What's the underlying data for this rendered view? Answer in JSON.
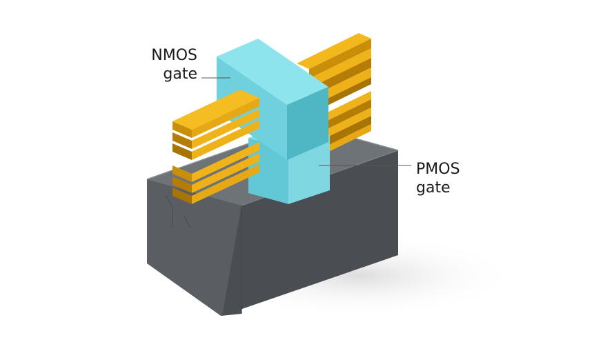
{
  "labels": {
    "nmos": {
      "line1": "NMOS",
      "line2": "gate"
    },
    "pmos": {
      "line1": "PMOS",
      "line2": "gate"
    }
  },
  "colors": {
    "substrate_top": "#6f7479",
    "substrate_front": "#575b60",
    "substrate_side": "#474a4f",
    "fin_top": "#f2b81c",
    "fin_side": "#c98f08",
    "fin_dark": "#a87406",
    "gate_top": "#8ee4ec",
    "gate_front": "#6dcfdc",
    "gate_side": "#4fb6c4",
    "leader_line": "#555555"
  }
}
